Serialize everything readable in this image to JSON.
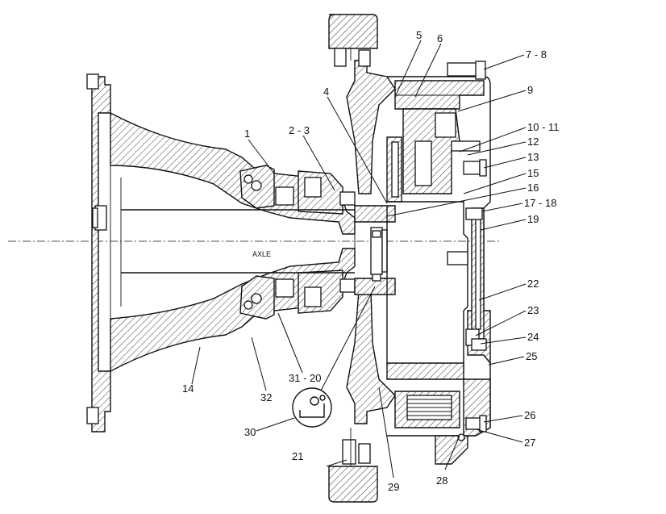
{
  "diagram": {
    "axle_label": "AXLE",
    "callouts": [
      {
        "id": "c1",
        "text": "1"
      },
      {
        "id": "c2",
        "text": "2 - 3"
      },
      {
        "id": "c4",
        "text": "4"
      },
      {
        "id": "c5",
        "text": "5"
      },
      {
        "id": "c6",
        "text": "6"
      },
      {
        "id": "c7",
        "text": "7 - 8"
      },
      {
        "id": "c9",
        "text": "9"
      },
      {
        "id": "c10",
        "text": "10 - 11"
      },
      {
        "id": "c12",
        "text": "12"
      },
      {
        "id": "c13",
        "text": "13"
      },
      {
        "id": "c15",
        "text": "15"
      },
      {
        "id": "c16",
        "text": "16"
      },
      {
        "id": "c17",
        "text": "17 - 18"
      },
      {
        "id": "c19",
        "text": "19"
      },
      {
        "id": "c22",
        "text": "22"
      },
      {
        "id": "c23",
        "text": "23"
      },
      {
        "id": "c24",
        "text": "24"
      },
      {
        "id": "c25",
        "text": "25"
      },
      {
        "id": "c26",
        "text": "26"
      },
      {
        "id": "c27",
        "text": "27"
      },
      {
        "id": "c28",
        "text": "28"
      },
      {
        "id": "c29",
        "text": "29"
      },
      {
        "id": "c21",
        "text": "21"
      },
      {
        "id": "c30",
        "text": "30"
      },
      {
        "id": "c31",
        "text": "31 - 20"
      },
      {
        "id": "c32",
        "text": "32"
      },
      {
        "id": "c14",
        "text": "14"
      }
    ]
  }
}
